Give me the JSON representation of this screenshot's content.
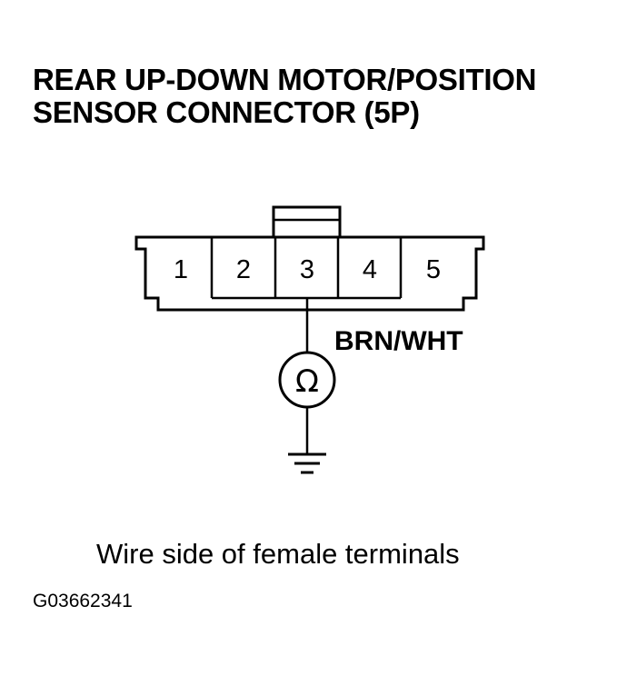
{
  "title": {
    "line1": "REAR UP-DOWN MOTOR/POSITION",
    "line2": "SENSOR CONNECTOR (5P)"
  },
  "connector": {
    "pins": [
      "1",
      "2",
      "3",
      "4",
      "5"
    ]
  },
  "wire": {
    "color_label": "BRN/WHT",
    "meter_symbol": "Ω"
  },
  "caption": "Wire side of female terminals",
  "figure_code": "G03662341"
}
